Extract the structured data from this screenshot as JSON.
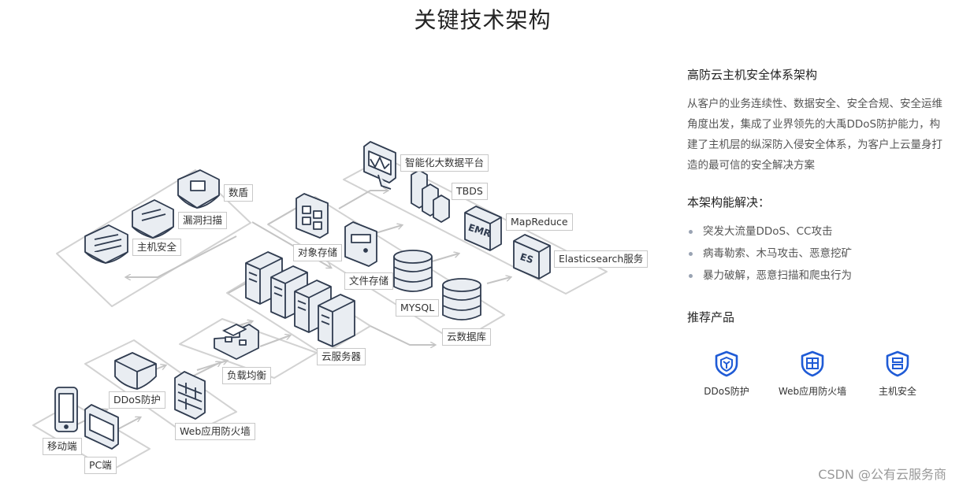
{
  "title": "关键技术架构",
  "diagram": {
    "labels": [
      {
        "key": "data_shield",
        "text": "数盾"
      },
      {
        "key": "vuln_scan",
        "text": "漏洞扫描"
      },
      {
        "key": "host_security",
        "text": "主机安全"
      },
      {
        "key": "big_data_platform",
        "text": "智能化大数据平台"
      },
      {
        "key": "tbds",
        "text": "TBDS"
      },
      {
        "key": "mapreduce",
        "text": "MapReduce"
      },
      {
        "key": "elasticsearch",
        "text": "Elasticsearch服务"
      },
      {
        "key": "object_storage",
        "text": "对象存储"
      },
      {
        "key": "file_storage",
        "text": "文件存储"
      },
      {
        "key": "mysql",
        "text": "MYSQL"
      },
      {
        "key": "cloud_db",
        "text": "云数据库"
      },
      {
        "key": "cloud_server",
        "text": "云服务器"
      },
      {
        "key": "load_balance",
        "text": "负载均衡"
      },
      {
        "key": "ddos_protect",
        "text": "DDoS防护"
      },
      {
        "key": "waf",
        "text": "Web应用防火墙"
      },
      {
        "key": "mobile",
        "text": "移动端"
      },
      {
        "key": "pc",
        "text": "PC端"
      }
    ],
    "icon_texts": {
      "emr": "EMR",
      "es": "ES"
    }
  },
  "architecture": {
    "title": "高防云主机安全体系架构",
    "description": "从客户的业务连续性、数据安全、安全合规、安全运维角度出发，集成了业界领先的大禹DDoS防护能力，构建了主机层的纵深防入侵安全体系，为客户上云量身打造的最可信的安全解决方案"
  },
  "solves": {
    "title": "本架构能解决：",
    "items": [
      "突发大流量DDoS、CC攻击",
      "病毒勒索、木马攻击、恶意挖矿",
      "暴力破解，恶意扫描和爬虫行为"
    ]
  },
  "recommend": {
    "title": "推荐产品",
    "products": [
      {
        "name": "DDoS防护",
        "icon": "shield-ddos-icon"
      },
      {
        "name": "Web应用防火墙",
        "icon": "shield-waf-icon"
      },
      {
        "name": "主机安全",
        "icon": "shield-host-icon"
      }
    ]
  },
  "watermark": "CSDN @公有云服务商",
  "colors": {
    "accent": "#1f5bd6",
    "stroke": "#2f3b4f",
    "platform": "#d2d2d2",
    "icon_fill": "#e9edf2"
  }
}
